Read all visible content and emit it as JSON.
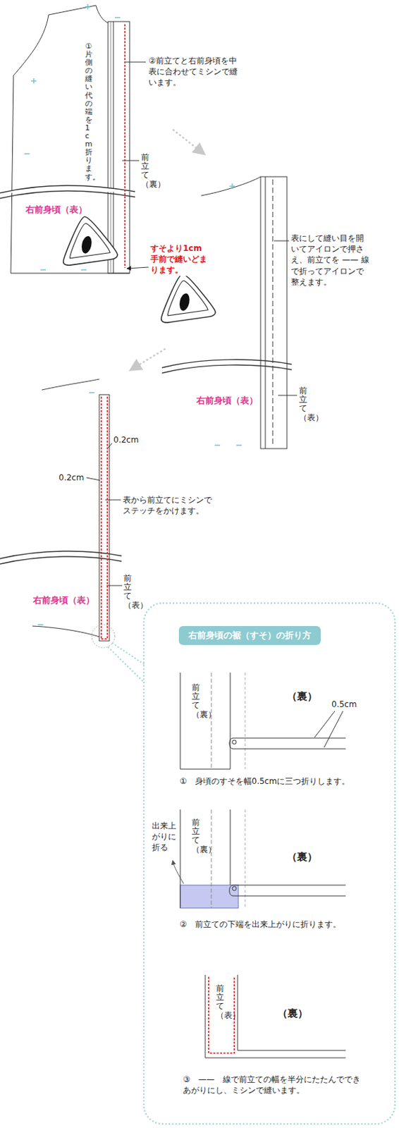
{
  "diagram": {
    "nodes": [
      {
        "text": [
          "右前身頃の裾（すそ）の折り方"
        ]
      }
    ],
    "labels": [
      "①片側の縫い代の端を1cm折ります。",
      "②前立てと右前身頃を中表に合わせてミシンで縫います。",
      "前立て（裏）",
      "右前身頃（表）",
      "すそより1cm手前で縫いどまります。",
      "表にして縫い目を開いてアイロンで押さえ、前立てを —— 線で折ってアイロンで整えます。",
      "右前身頃（表）",
      "前立て（表）",
      "0.2cm",
      "0.2cm",
      "表から前立てにミシンでステッチをかけます。",
      "右前身頃（表）",
      "前立て（表）",
      "前立て（裏）",
      "（裏）",
      "0.5cm",
      "①　身頃のすそを幅0.5cmに三つ折りします。",
      "前立て（裏）",
      "（裏）",
      "出来上がりに折る",
      "②　前立ての下端を出来上がりに折ります。",
      "前立て（表）",
      "（裏）",
      "③　——　線で前立ての幅を半分にたたんでできあがりにし、ミシンで縫います。"
    ]
  }
}
